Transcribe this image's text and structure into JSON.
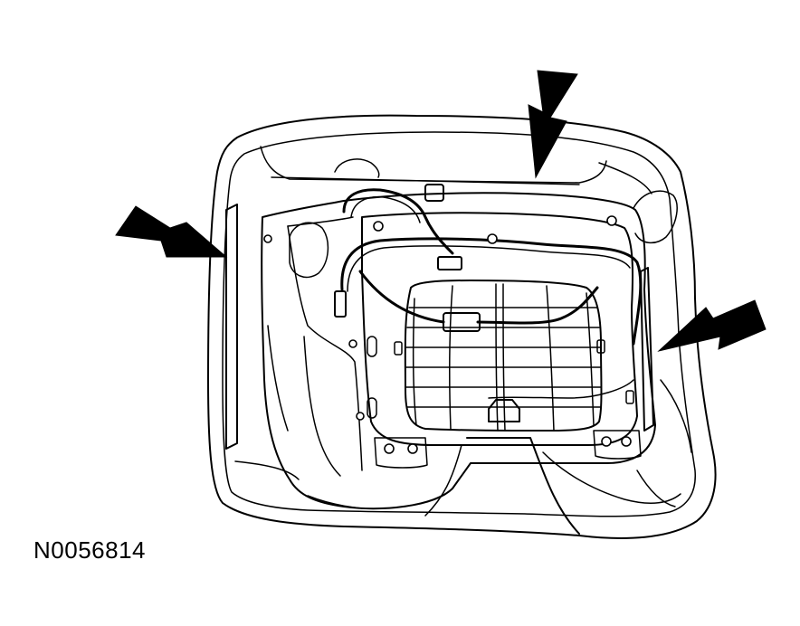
{
  "figure": {
    "id_label": "N0056814",
    "subject": "seat-cushion-underside",
    "callout_arrows": [
      {
        "name": "left-arrow",
        "direction": "points-right"
      },
      {
        "name": "top-arrow",
        "direction": "points-down"
      },
      {
        "name": "right-arrow",
        "direction": "points-left"
      }
    ],
    "colors": {
      "line": "#000000",
      "background": "#ffffff"
    }
  }
}
